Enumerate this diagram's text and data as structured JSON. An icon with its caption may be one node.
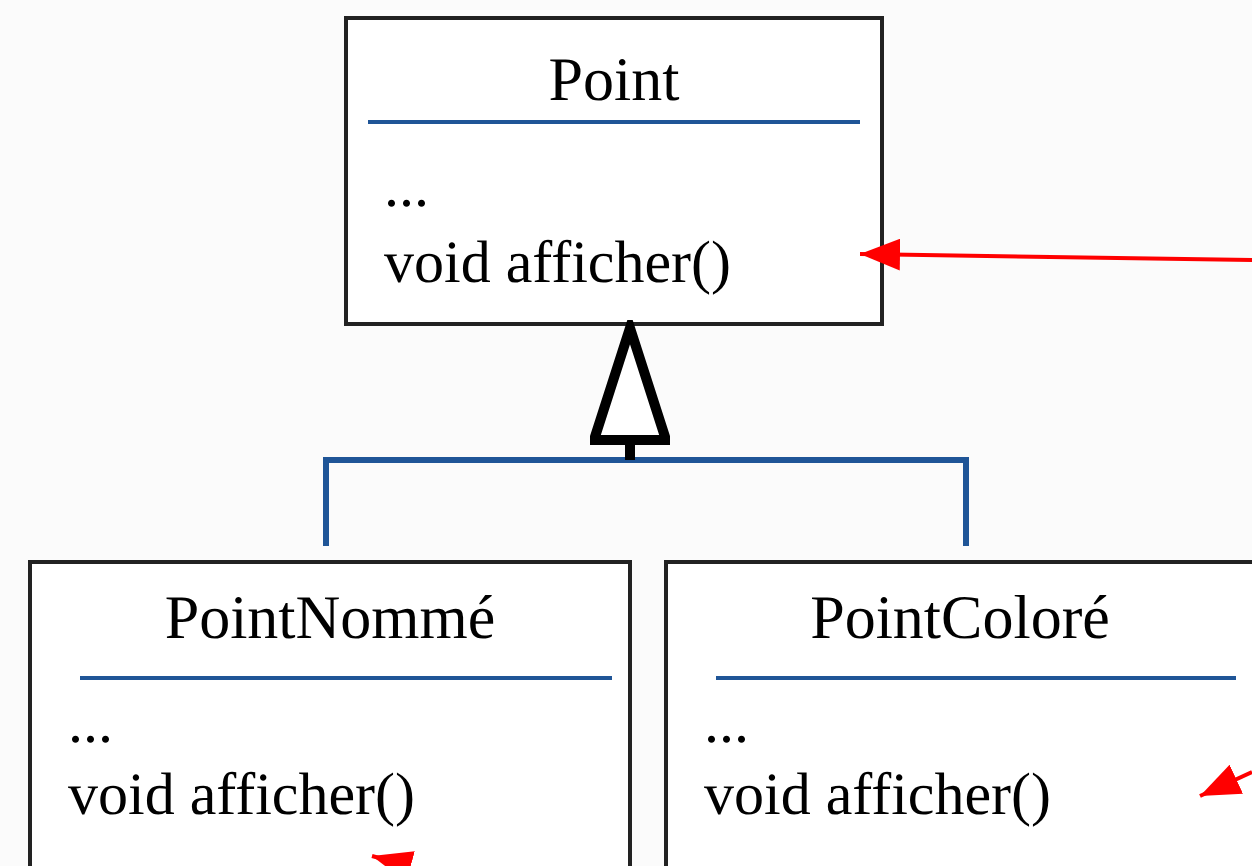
{
  "diagram": {
    "nodes": [
      {
        "text": [
          "Point",
          "...",
          "void afficher()"
        ]
      },
      {
        "text": [
          "PointNommé",
          "...",
          "void afficher()"
        ]
      },
      {
        "text": [
          "PointColoré",
          "...",
          "void afficher()"
        ]
      }
    ],
    "edges": [
      {
        "from": 1,
        "to": 0,
        "arrow": "to",
        "color": "#1f5597"
      },
      {
        "from": 2,
        "to": 0,
        "arrow": "to",
        "color": "#1f5597"
      },
      {
        "from": null,
        "to": 0,
        "arrow": "to",
        "color": "#ff0000"
      },
      {
        "from": null,
        "to": 2,
        "arrow": "to",
        "color": "#ff0000"
      },
      {
        "from": null,
        "to": 1,
        "arrow": "to",
        "color": "#ff0000"
      }
    ]
  }
}
